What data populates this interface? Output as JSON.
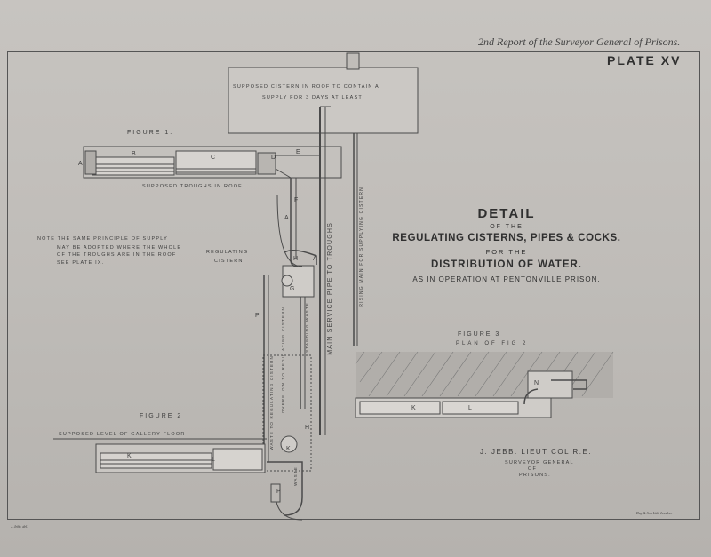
{
  "header": {
    "report_title": "2nd Report of the Surveyor General of Prisons.",
    "plate": "PLATE XV"
  },
  "cistern_note": {
    "line1": "SUPPOSED CISTERN IN ROOF TO CONTAIN A",
    "line2": "SUPPLY FOR 3 DAYS AT LEAST"
  },
  "figure1": {
    "label": "FIGURE 1.",
    "troughs_caption": "SUPPOSED TROUGHS IN ROOF"
  },
  "note": {
    "line1": "NOTE THE SAME PRINCIPLE OF SUPPLY",
    "line2": "MAY BE ADOPTED WHERE THE WHOLE",
    "line3": "OF THE TROUGHS ARE IN THE ROOF",
    "line4": "SEE PLATE IX."
  },
  "regulating": {
    "line1": "REGULATING",
    "line2": "CISTERN"
  },
  "figure2": {
    "label": "FIGURE 2",
    "gallery_caption": "SUPPOSED LEVEL OF GALLERY FLOOR"
  },
  "detail": {
    "title": "DETAIL",
    "of": "OF THE",
    "regulating": "REGULATING CISTERNS, PIPES & COCKS.",
    "for": "FOR THE",
    "distribution": "DISTRIBUTION OF WATER.",
    "as": "AS IN OPERATION AT PENTONVILLE PRISON."
  },
  "figure3": {
    "label": "FIGURE 3",
    "plan": "PLAN OF FIG 2"
  },
  "pipes": {
    "main_service": "MAIN SERVICE PIPE TO TROUGHS",
    "rising_main": "RISING MAIN FOR SUPPLYING CISTERN",
    "standing_waste": "STANDING WASTE",
    "overflow": "OVERFLOW TO REGULATING CISTERN",
    "waste_to_regulating": "WASTE TO REGULATING CISTERN",
    "waste": "WASTE"
  },
  "signature": {
    "name": "J. JEBB. LIEUT COL R.E.",
    "role1": "SURVEYOR GENERAL",
    "role2": "OF",
    "role3": "PRISONS."
  },
  "letters": {
    "A": "A",
    "B": "B",
    "C": "C",
    "D": "D",
    "E": "E",
    "F": "F",
    "G": "G",
    "H": "H",
    "K": "K",
    "L": "L",
    "N": "N",
    "P": "P"
  },
  "imprint": {
    "engraver": "Day & Son Lith. London.",
    "left": "J. Jebb. del."
  }
}
